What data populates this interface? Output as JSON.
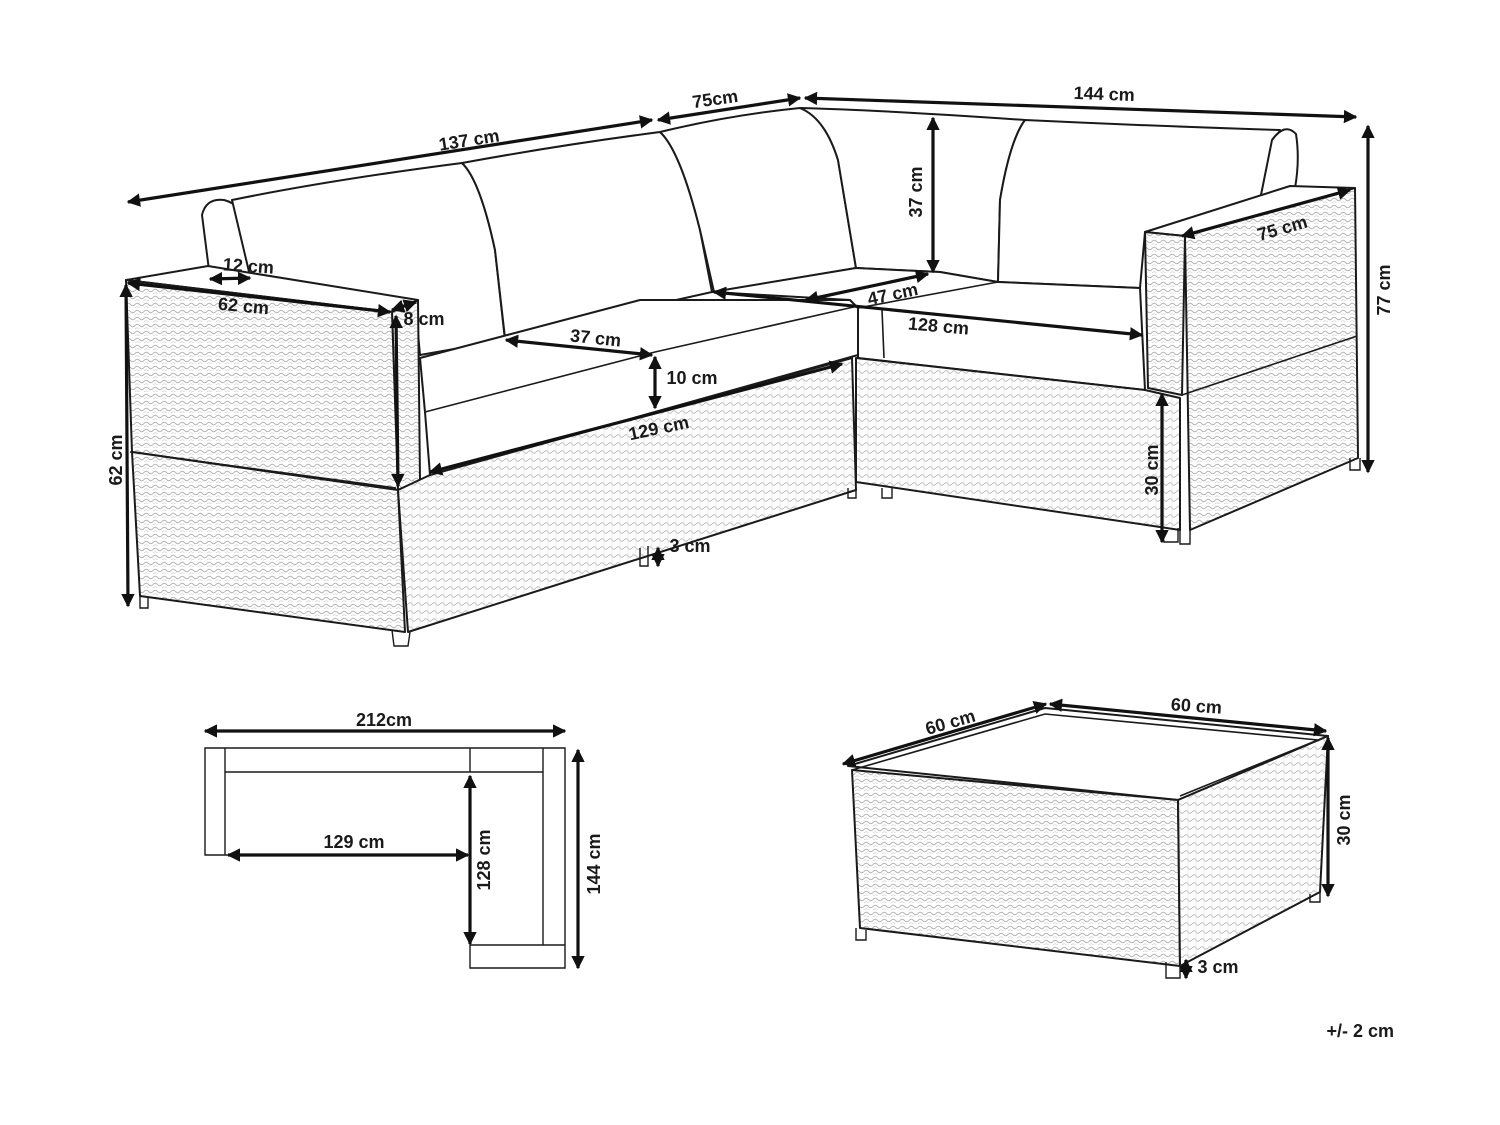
{
  "colors": {
    "line": "#1a1a1a",
    "weave": "#cfcfcf",
    "background": "#ffffff"
  },
  "sofa": {
    "back_length": "137 cm",
    "corner_width": "75cm",
    "side_length": "144 cm",
    "backrest_height": "37 cm",
    "total_height": "77 cm",
    "armrest_depth": "75 cm",
    "pillow_width": "12 cm",
    "armrest_length": "62 cm",
    "armrest_width": "8 cm",
    "seat_depth_left": "37 cm",
    "seat_depth_corner": "47 cm",
    "seat_width_right": "128 cm",
    "cushion_thickness": "10 cm",
    "seat_width_left": "129 cm",
    "left_height": "62 cm",
    "leg_height": "3 cm",
    "seat_height": "30 cm"
  },
  "plan": {
    "total_width": "212cm",
    "inner_width": "129 cm",
    "inner_depth": "128 cm",
    "total_depth": "144 cm"
  },
  "table": {
    "depth": "60 cm",
    "width": "60 cm",
    "height": "30 cm",
    "leg_height": "3 cm"
  },
  "tolerance": "+/- 2 cm"
}
